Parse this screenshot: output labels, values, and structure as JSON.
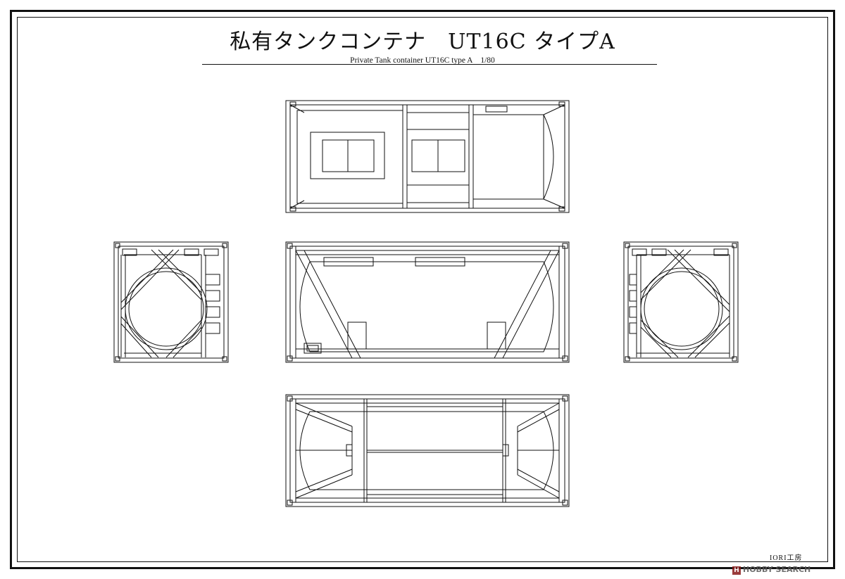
{
  "title": "私有タンクコンテナ　UT16C タイプA",
  "subtitle": "Private Tank container UT16C type A　1/80",
  "brand": "IORI工房",
  "watermark": "HOBBY SEARCH",
  "views": [
    "top-view",
    "left-end-view",
    "side-view",
    "right-end-view",
    "bottom-view"
  ]
}
